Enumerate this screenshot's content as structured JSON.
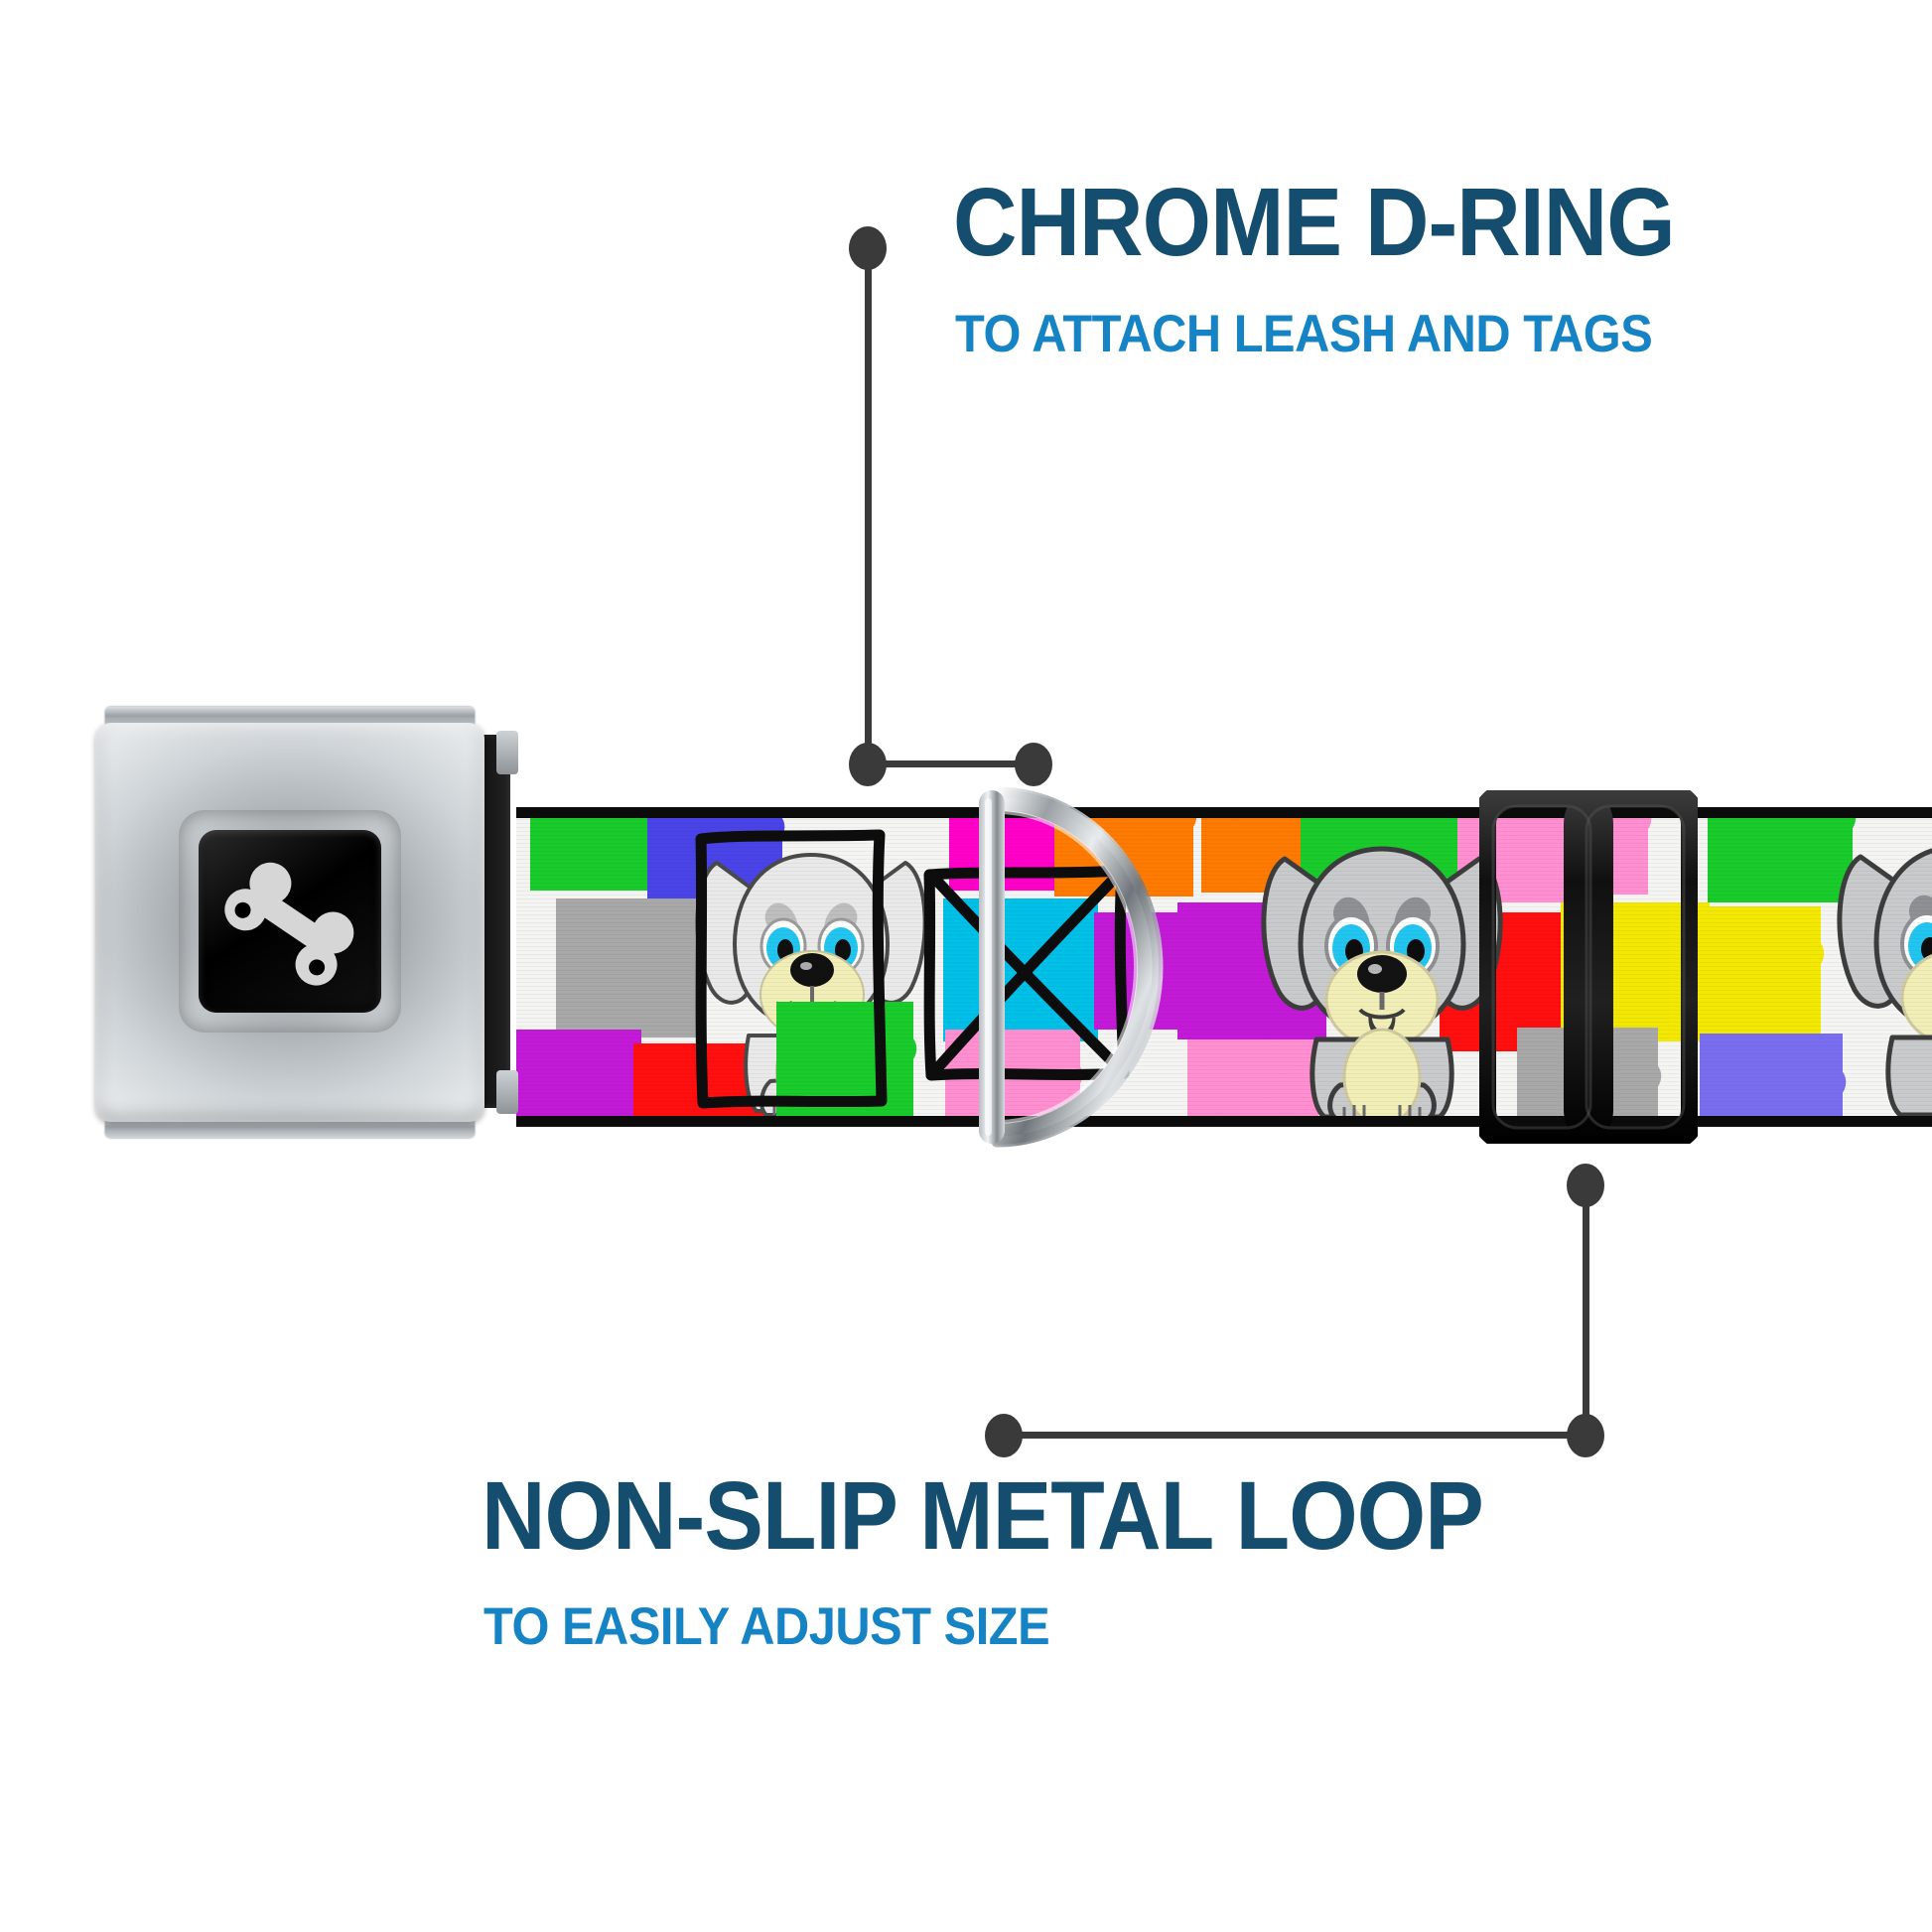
{
  "product": {
    "type": "seatbelt-buckle dog collar",
    "background_color": "#ffffff"
  },
  "colors": {
    "headline": "#154d6e",
    "subhead": "#1583c4",
    "leader": "#3a3a3a",
    "strap_base": "#f4f4f2",
    "strap_edge": "#0b0b0b",
    "chrome_light": "#d9dde0",
    "chrome_dark": "#8c9196",
    "buckle_window": "#000000",
    "bone_logo": "#d6d6d6",
    "loop_black": "#141414"
  },
  "callouts": [
    {
      "id": "chrome-d-ring",
      "title": "CHROME D-RING",
      "subtitle": "TO ATTACH LEASH AND TAGS",
      "position": "top-right"
    },
    {
      "id": "non-slip-metal-loop",
      "title": "NON-SLIP METAL LOOP",
      "subtitle": "TO EASILY ADJUST SIZE",
      "position": "bottom-left"
    }
  ],
  "hardware": {
    "buckle": {
      "name": "seatbelt-buckle",
      "finish": "brushed chrome",
      "logo_icon": "dog-bone-icon",
      "logo_color": "#d6d6d6",
      "window_color": "#000000"
    },
    "d_ring": {
      "name": "chrome-d-ring",
      "finish": "polished chrome"
    },
    "slider_loop": {
      "name": "non-slip-metal-loop",
      "finish": "black coated metal"
    }
  },
  "strap": {
    "pattern_name": "cartoon puppies and paw prints",
    "base_color": "#f4f4f2",
    "edge_color": "#0b0b0b",
    "paw_colors": [
      "#19cc2b",
      "#4a44e8",
      "#ff00c8",
      "#ff7a00",
      "#ff0f0f",
      "#c21ad6",
      "#00c0e8",
      "#ff8fd0",
      "#f2e800",
      "#9aa0a5",
      "#7a6ef0",
      "#e8178a"
    ],
    "dog": {
      "body_color": "#c9cacb",
      "belly_color": "#f2eeb8",
      "ear_color": "#c9cacb",
      "eye_color": "#22c5ef",
      "nose_color": "#141414",
      "tongue_color": "#e07c92",
      "outline_color": "#3d3d3d"
    }
  },
  "chart_data": null
}
